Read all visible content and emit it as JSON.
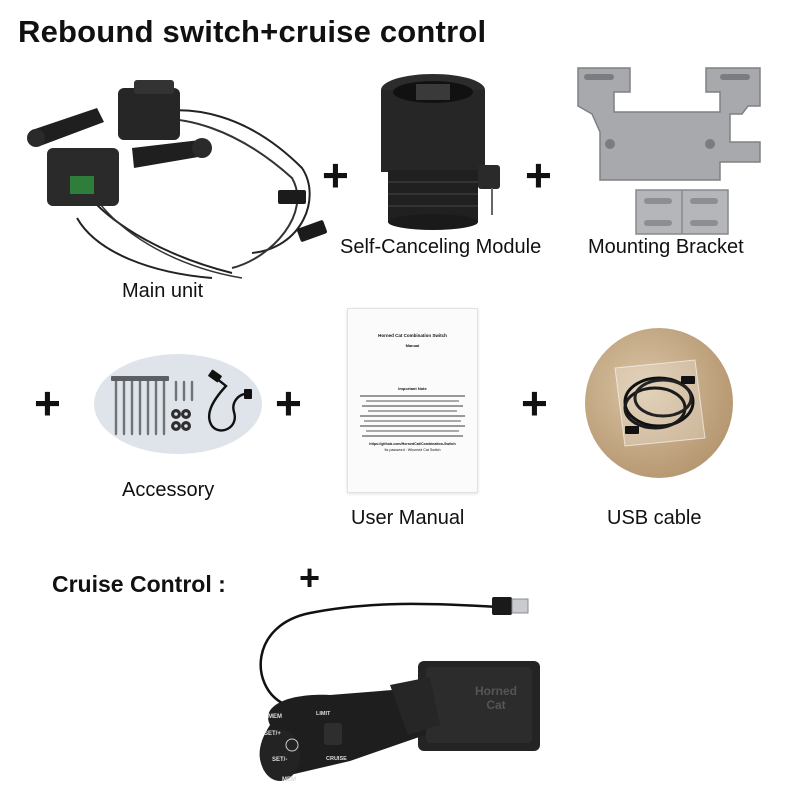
{
  "title": "Rebound switch+cruise control",
  "items": {
    "main_unit": {
      "label": "Main unit",
      "icon": "combination-switch-icon"
    },
    "self_canceling": {
      "label": "Self-Canceling Module",
      "icon": "self-canceling-module-icon"
    },
    "bracket": {
      "label": "Mounting Bracket",
      "icon": "mounting-bracket-icon"
    },
    "accessory": {
      "label": "Accessory",
      "icon": "screws-and-cable-icon"
    },
    "manual": {
      "label": "User Manual",
      "icon": "manual-document-icon"
    },
    "usb": {
      "label": "USB cable",
      "icon": "usb-cable-icon"
    }
  },
  "plus_symbol": "+",
  "manual_doc": {
    "heading": "Horned Cat Combination Switch",
    "subheading": "Manual",
    "notice": "Important Note",
    "url_line": "https://github.com/HornedCat/Combination-Switch",
    "password_line": "Its password : Whorned Cat Switch"
  },
  "cruise": {
    "label": "Cruise Control :",
    "stalk_texts": [
      "MEM",
      "SET/+",
      "SET/-",
      "MEM",
      "LIMIT",
      "CRUISE"
    ],
    "module_brand": [
      "Horned",
      "Cat"
    ]
  },
  "colors": {
    "background": "#ffffff",
    "text": "#111111",
    "plastic": "#1e1e1e",
    "metal": "#a7a9ac"
  }
}
